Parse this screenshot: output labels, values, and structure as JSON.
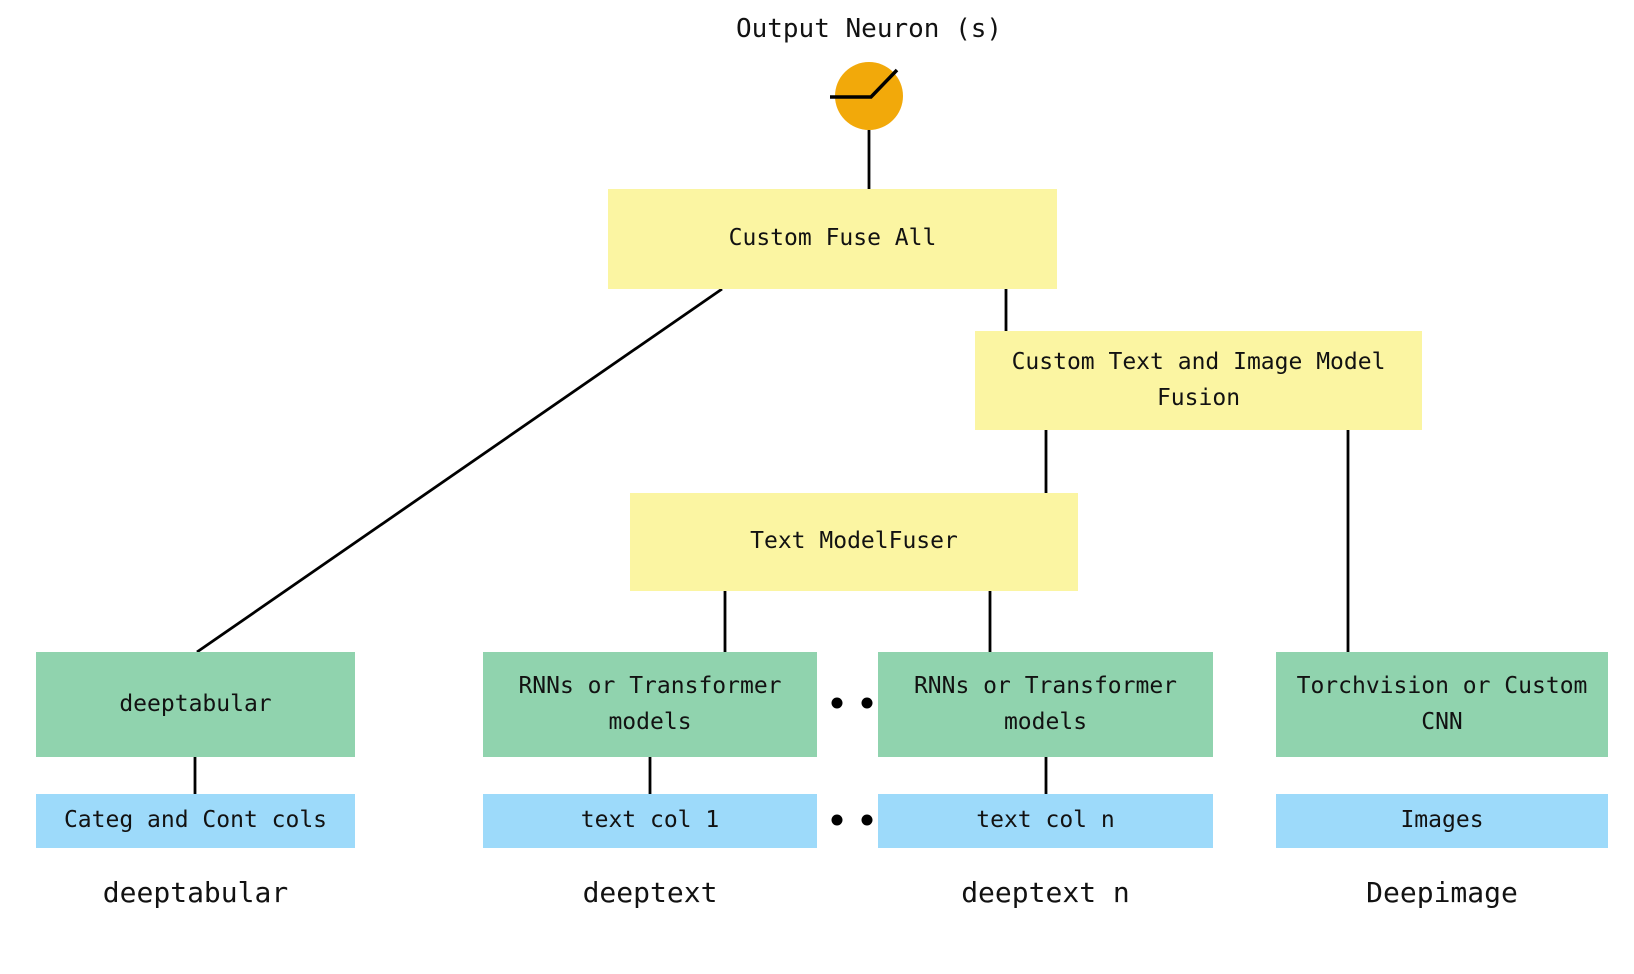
{
  "colors": {
    "fuse_box": "#FBF5A2",
    "model_box": "#90D3AE",
    "input_box": "#9DDAFA",
    "neuron": "#F2A90A",
    "line": "#000000",
    "text": "#121212",
    "background": "#FFFFFF"
  },
  "output": {
    "label": "Output Neuron (s)",
    "activation_icon": "relu-icon"
  },
  "fusion": {
    "fuse_all": "Custom Fuse All",
    "text_image_fusion": "Custom Text and Image Model Fusion",
    "text_fuser": "Text ModelFuser"
  },
  "columns": [
    {
      "model": "deeptabular",
      "input": "Categ and Cont cols",
      "caption": "deeptabular"
    },
    {
      "model": "RNNs or Transformer models",
      "input": "text col 1",
      "caption": "deeptext"
    },
    {
      "model": "RNNs or Transformer models",
      "input": "text col n",
      "caption": "deeptext n"
    },
    {
      "model": "Torchvision or Custom CNN",
      "input": "Images",
      "caption": "Deepimage"
    }
  ],
  "ellipsis": {
    "icon": "two-dots",
    "glyph": "••"
  }
}
